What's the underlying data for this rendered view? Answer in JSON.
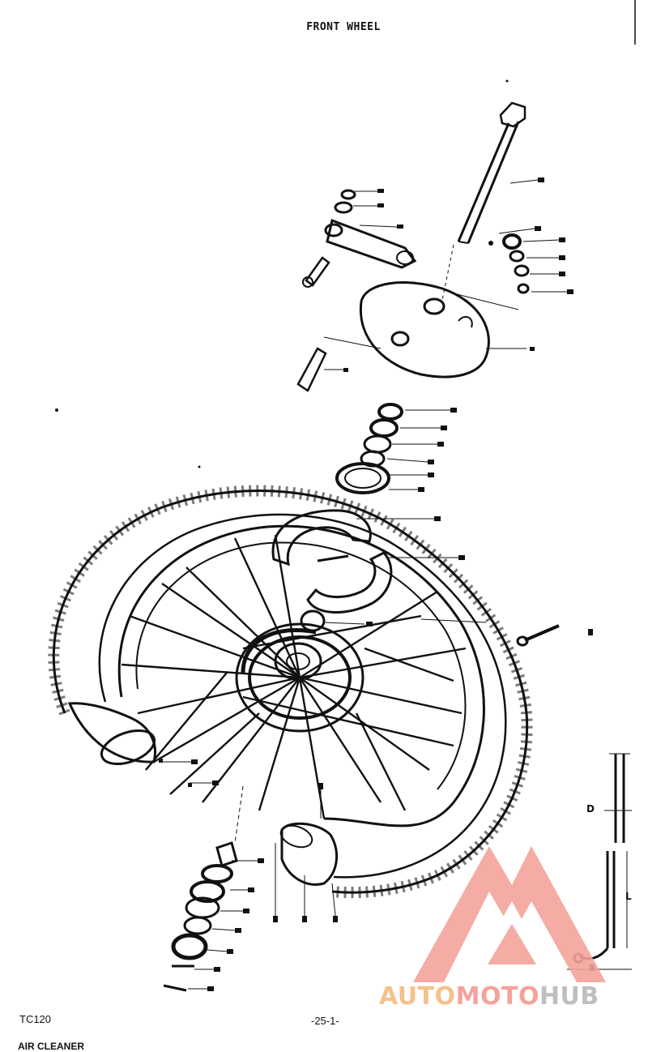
{
  "title": "FRONT WHEEL",
  "model": "TC120",
  "page_number": "-25-1-",
  "cut_off_text": "AIR CLEANER",
  "watermark": {
    "parts": [
      "AUTO",
      "MOTO",
      "HUB"
    ],
    "colors": {
      "tri_outer": "#f4a39a",
      "tri_inner": "#ffffff",
      "auto": "#f5c18c",
      "moto": "#f4a39a",
      "hub": "#bfbfbf"
    }
  },
  "dimension_labels": {
    "diameter": "D",
    "length": "L"
  }
}
